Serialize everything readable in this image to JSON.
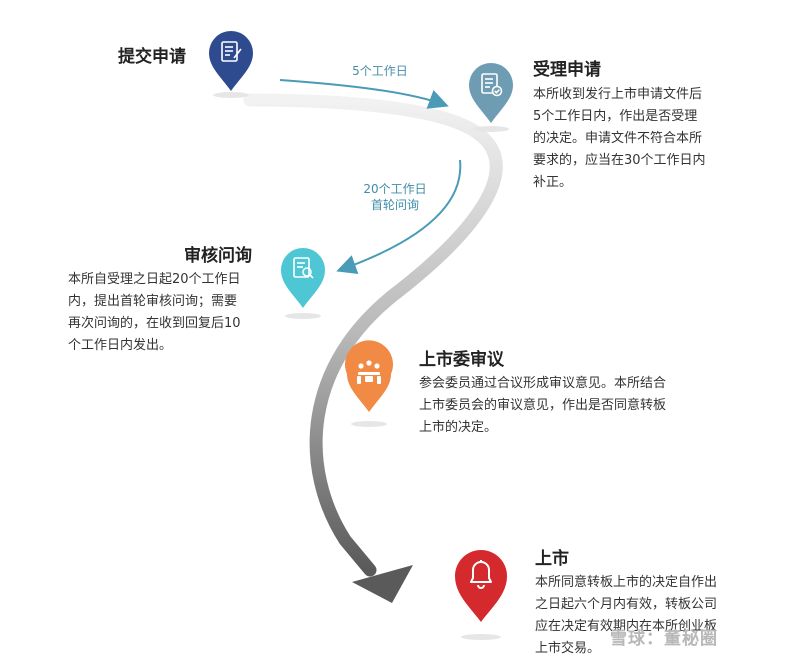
{
  "steps": [
    {
      "id": "submit",
      "title": "提交申请",
      "color": "#2f4b8f",
      "icon": "document-pen-icon"
    },
    {
      "id": "accept",
      "title": "受理申请",
      "color": "#6e9cb3",
      "icon": "document-check-icon",
      "desc": [
        "本所收到发行上市申请文件后",
        "5个工作日内，作出是否受理",
        "的决定。申请文件不符合本所",
        "要求的，应当在30个工作日内",
        "补正。"
      ]
    },
    {
      "id": "review",
      "title": "审核问询",
      "color": "#4ec6d4",
      "icon": "document-search-icon",
      "desc": [
        "本所自受理之日起20个工作日",
        "内，提出首轮审核问询；需要",
        "再次问询的，在收到回复后10",
        "个工作日内发出。"
      ]
    },
    {
      "id": "committee",
      "title": "上市委审议",
      "color": "#f08a45",
      "icon": "meeting-icon",
      "desc": [
        "参会委员通过合议形成审议意见。本所结合",
        "上市委员会的审议意见，作出是否同意转板",
        "上市的决定。"
      ]
    },
    {
      "id": "listing",
      "title": "上市",
      "color": "#d42a2e",
      "icon": "bell-icon",
      "desc": [
        "本所同意转板上市的决定自作出",
        "之日起六个月内有效，转板公司",
        "应在决定有效期内在本所创业板",
        "上市交易。"
      ]
    }
  ],
  "arrows": {
    "five_days": "5个工作日",
    "twenty_days_line1": "20个工作日",
    "twenty_days_line2": "首轮问询"
  },
  "watermark": {
    "brand": "雪球",
    "author": "董秘圈",
    "separator": "："
  }
}
